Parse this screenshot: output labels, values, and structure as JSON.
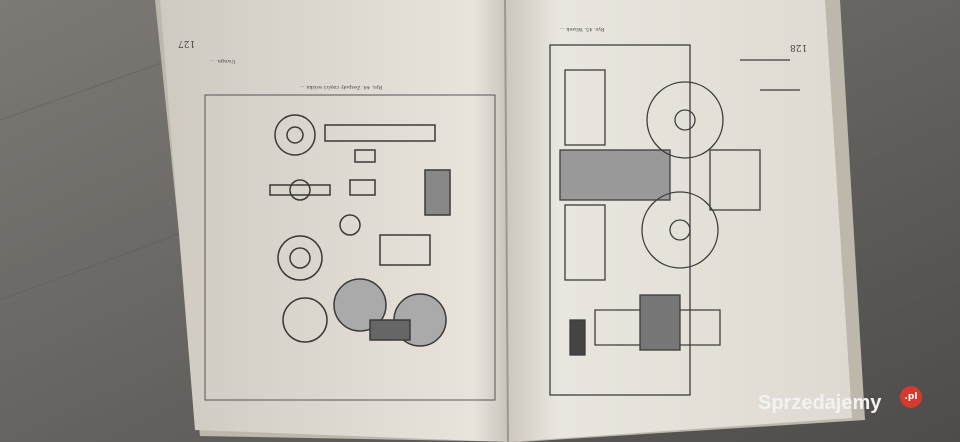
{
  "book": {
    "left_page": {
      "page_number": "127",
      "caption": "Rys. 44. Zespoły części wózka ...",
      "note": "Uwaga. ..."
    },
    "right_page": {
      "page_number": "128",
      "caption": "Rys. 45. Wózek ..."
    }
  },
  "watermark": {
    "brand": "Sprzedajemy",
    "badge": ".pl",
    "badge_color": "#d63a2f"
  },
  "colors": {
    "floor": "#6f6c69",
    "paper": "#e6e2da"
  }
}
